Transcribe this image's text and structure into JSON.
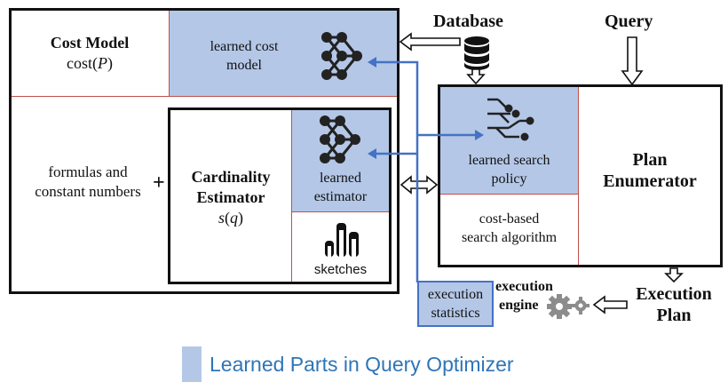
{
  "header": {
    "database": "Database",
    "query": "Query"
  },
  "cost_model": {
    "title": "Cost Model",
    "func_name": "cost",
    "func_arg": "P",
    "learned_label": [
      "learned cost",
      "model"
    ],
    "formulas_label": [
      "formulas and",
      "constant numbers"
    ],
    "plus": "+"
  },
  "cardinality": {
    "title": [
      "Cardinality",
      "Estimator"
    ],
    "func_name": "s",
    "func_arg": "q",
    "learned_label": [
      "learned",
      "estimator"
    ],
    "sketch_label": "sketches"
  },
  "plan_enumerator": {
    "learned_label": [
      "learned search",
      "policy"
    ],
    "title": [
      "Plan",
      "Enumerator"
    ],
    "cost_based": [
      "cost-based",
      "search algorithm"
    ]
  },
  "execution": {
    "stats": [
      "execution",
      "statistics"
    ],
    "engine": [
      "execution",
      "engine"
    ],
    "plan": [
      "Execution",
      "Plan"
    ]
  },
  "legend": {
    "label": "Learned Parts in Query Optimizer"
  },
  "colors": {
    "learned": "#b4c7e7",
    "arrow_blue": "#4472c4",
    "border_red": "#c0504d",
    "gear": "#8c8c8c"
  }
}
